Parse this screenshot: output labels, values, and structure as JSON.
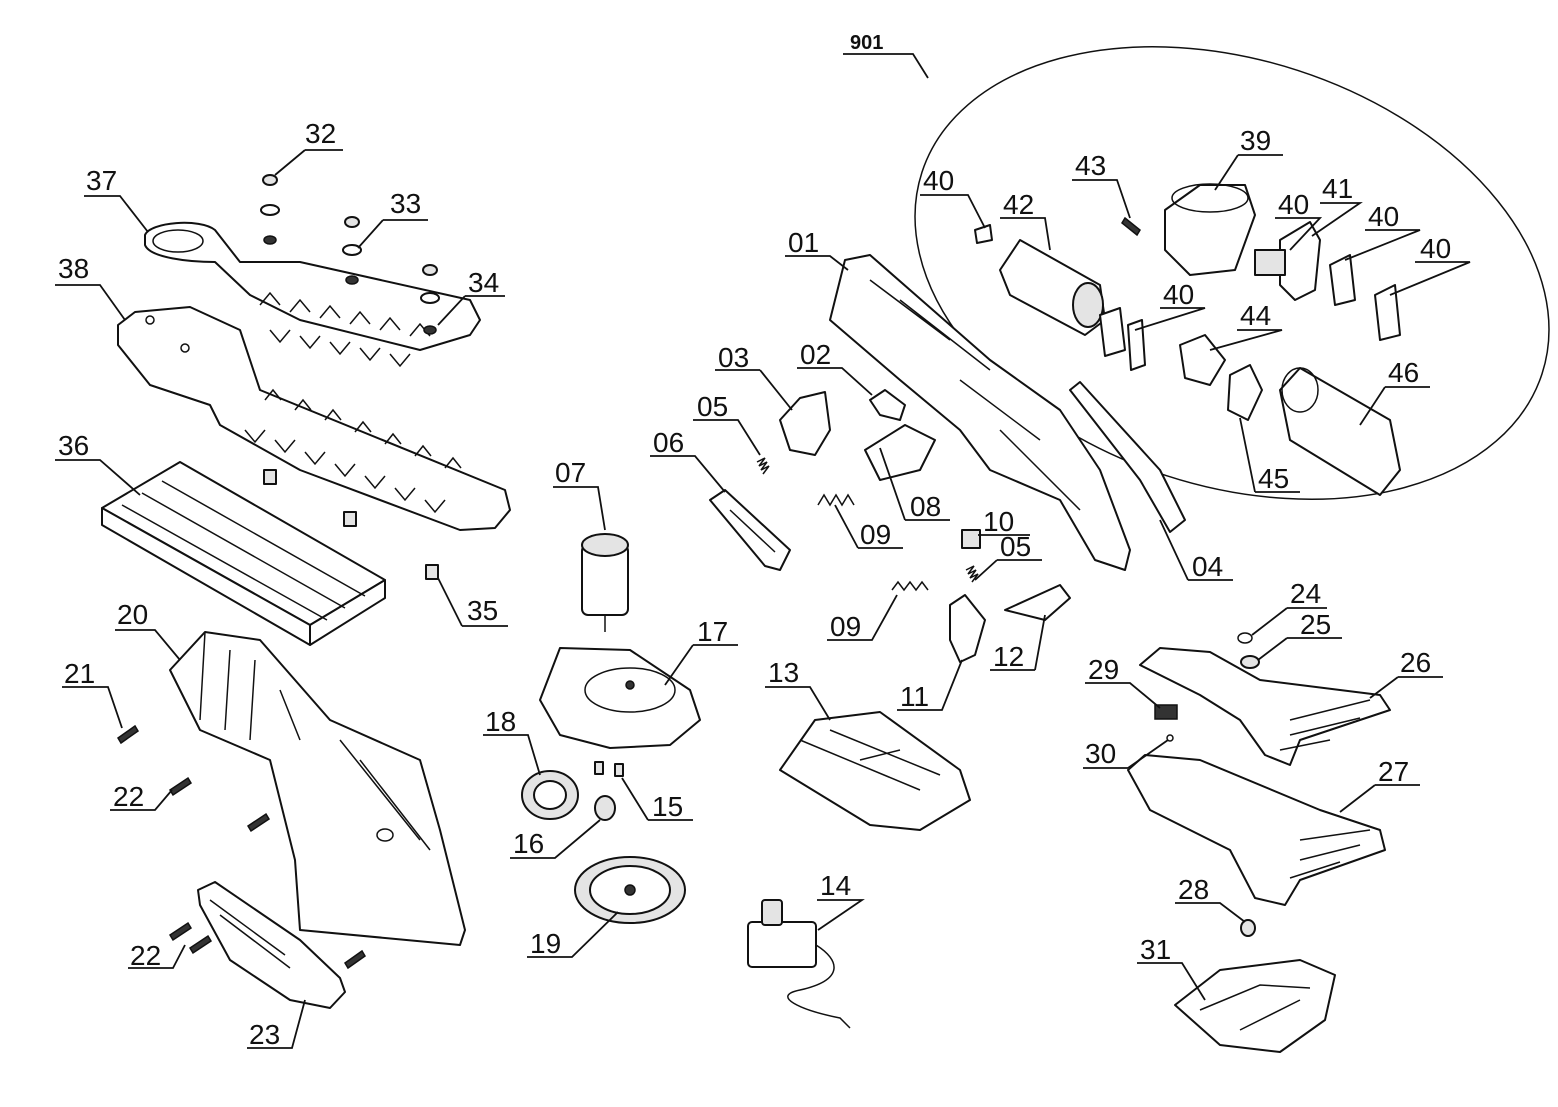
{
  "labels": {
    "p01": "01",
    "p02": "02",
    "p03": "03",
    "p04": "04",
    "p05a": "05",
    "p05b": "05",
    "p06": "06",
    "p07": "07",
    "p08": "08",
    "p09a": "09",
    "p09b": "09",
    "p10": "10",
    "p11": "11",
    "p12": "12",
    "p13": "13",
    "p14": "14",
    "p15": "15",
    "p16": "16",
    "p17": "17",
    "p18": "18",
    "p19": "19",
    "p20": "20",
    "p21": "21",
    "p22a": "22",
    "p22b": "22",
    "p23": "23",
    "p24": "24",
    "p25": "25",
    "p26": "26",
    "p27": "27",
    "p28": "28",
    "p29": "29",
    "p30": "30",
    "p31": "31",
    "p32": "32",
    "p33": "33",
    "p34": "34",
    "p35": "35",
    "p36": "36",
    "p37": "37",
    "p38": "38",
    "p39": "39",
    "p40a": "40",
    "p40b": "40",
    "p40c": "40",
    "p40d": "40",
    "p40e": "40",
    "p41": "41",
    "p42": "42",
    "p43": "43",
    "p44": "44",
    "p45": "45",
    "p46": "46",
    "p901": "901"
  }
}
